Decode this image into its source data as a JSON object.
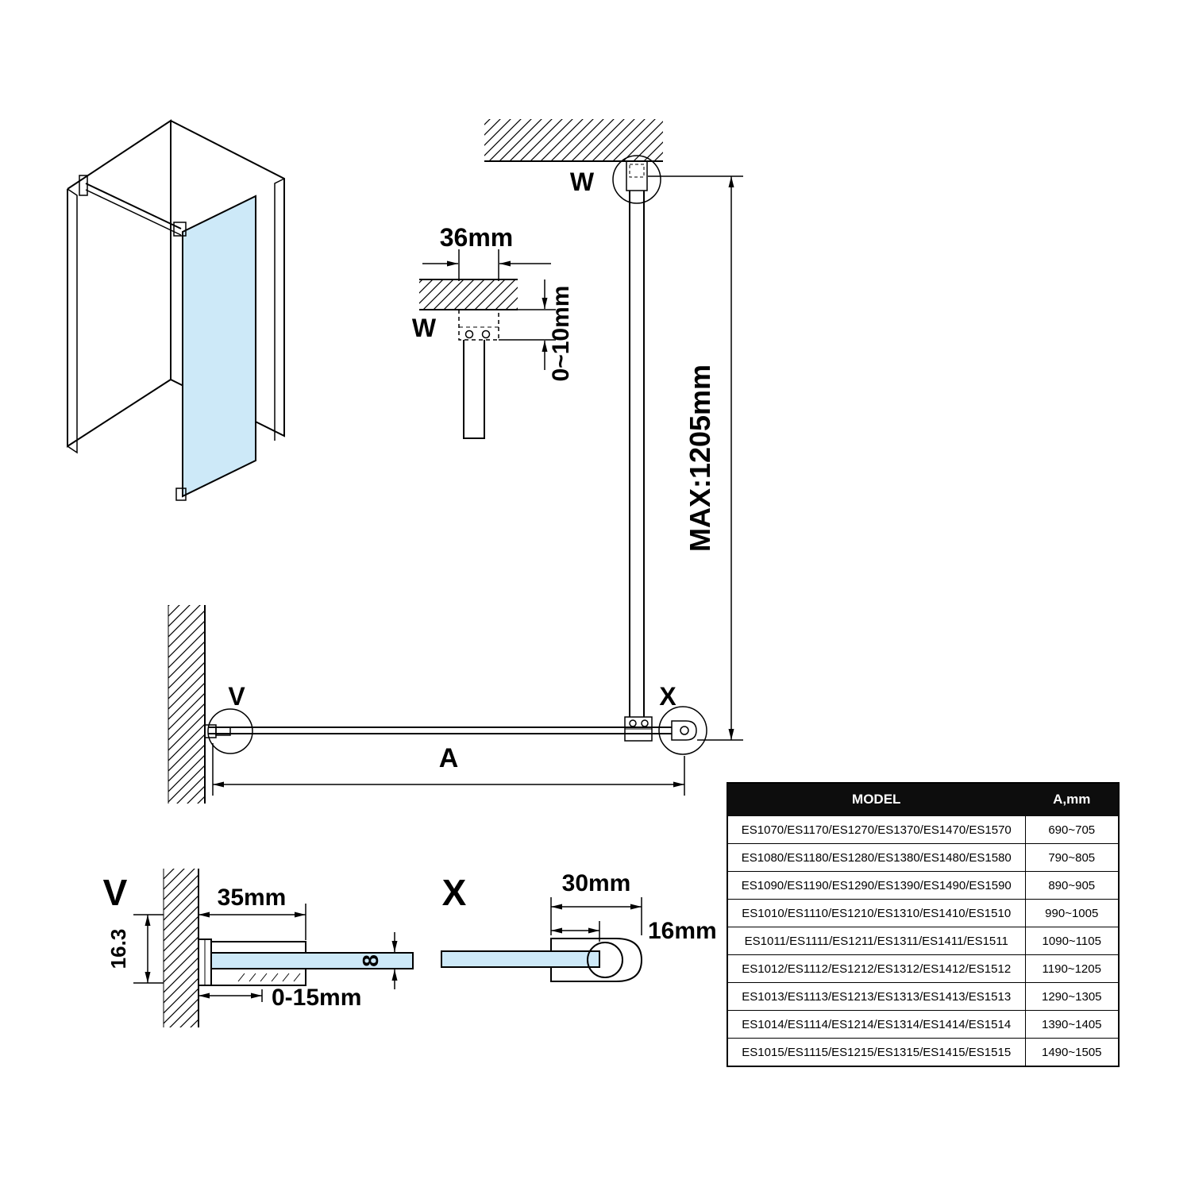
{
  "diagram": {
    "labels": {
      "w_top": "W",
      "w_detail": "W",
      "v_plan": "V",
      "x_plan": "X",
      "v_detail": "V",
      "x_detail": "X",
      "dim_36mm": "36mm",
      "dim_0_10mm": "0~10mm",
      "dim_max": "MAX:1205mm",
      "dim_a": "A",
      "dim_16_3": "16.3",
      "dim_35mm": "35mm",
      "dim_8": "8",
      "dim_0_15mm": "0-15mm",
      "dim_30mm": "30mm",
      "dim_16mm": "16mm"
    },
    "colors": {
      "glass": "#cde9f8",
      "line": "#000000"
    }
  },
  "table": {
    "headers": [
      "MODEL",
      "A,mm"
    ],
    "rows": [
      {
        "model": "ES1070/ES1170/ES1270/ES1370/ES1470/ES1570",
        "a_mm": "690~705"
      },
      {
        "model": "ES1080/ES1180/ES1280/ES1380/ES1480/ES1580",
        "a_mm": "790~805"
      },
      {
        "model": "ES1090/ES1190/ES1290/ES1390/ES1490/ES1590",
        "a_mm": "890~905"
      },
      {
        "model": "ES1010/ES1110/ES1210/ES1310/ES1410/ES1510",
        "a_mm": "990~1005"
      },
      {
        "model": "ES1011/ES1111/ES1211/ES1311/ES1411/ES1511",
        "a_mm": "1090~1105"
      },
      {
        "model": "ES1012/ES1112/ES1212/ES1312/ES1412/ES1512",
        "a_mm": "1190~1205"
      },
      {
        "model": "ES1013/ES1113/ES1213/ES1313/ES1413/ES1513",
        "a_mm": "1290~1305"
      },
      {
        "model": "ES1014/ES1114/ES1214/ES1314/ES1414/ES1514",
        "a_mm": "1390~1405"
      },
      {
        "model": "ES1015/ES1115/ES1215/ES1315/ES1415/ES1515",
        "a_mm": "1490~1505"
      }
    ]
  }
}
